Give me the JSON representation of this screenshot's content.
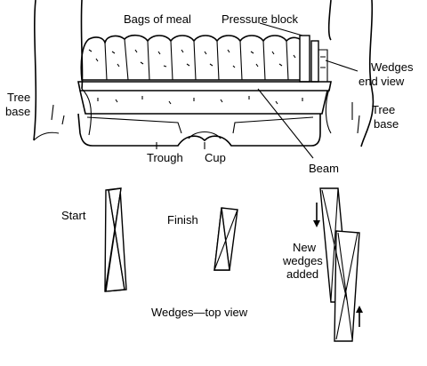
{
  "labels": {
    "bags_of_meal": "Bags of meal",
    "pressure_block": "Pressure block",
    "wedges_end_view_line1": "Wedges",
    "wedges_end_view_line2": "end view",
    "tree_base_left_line1": "Tree",
    "tree_base_left_line2": "base",
    "tree_base_right_line1": "Tree",
    "tree_base_right_line2": "base",
    "trough": "Trough",
    "cup": "Cup",
    "beam": "Beam",
    "start": "Start",
    "finish": "Finish",
    "new_wedges_line1": "New",
    "new_wedges_line2": "wedges",
    "new_wedges_line3": "added",
    "wedges_top_view": "Wedges—top view"
  }
}
